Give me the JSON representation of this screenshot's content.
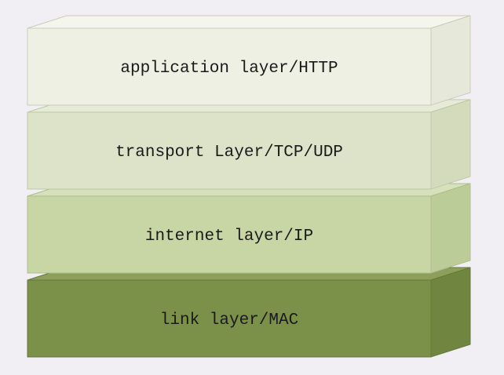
{
  "diagram": {
    "layers": [
      {
        "label": "application layer/HTTP",
        "front_color": "#eef0e3",
        "top_color": "#f4f5ec",
        "side_color": "#e6e9d9",
        "border_color": "#c9ccba"
      },
      {
        "label": "transport Layer/TCP/UDP",
        "front_color": "#dce3c8",
        "top_color": "#e6ead6",
        "side_color": "#d3dbbc",
        "border_color": "#bfc8a8"
      },
      {
        "label": "internet layer/IP",
        "front_color": "#c8d6a6",
        "top_color": "#d6e0ba",
        "side_color": "#bccc98",
        "border_color": "#aebd8a"
      },
      {
        "label": "link layer/MAC",
        "front_color": "#7b9149",
        "top_color": "#8ca05b",
        "side_color": "#70853f",
        "border_color": "#66793a"
      }
    ]
  }
}
